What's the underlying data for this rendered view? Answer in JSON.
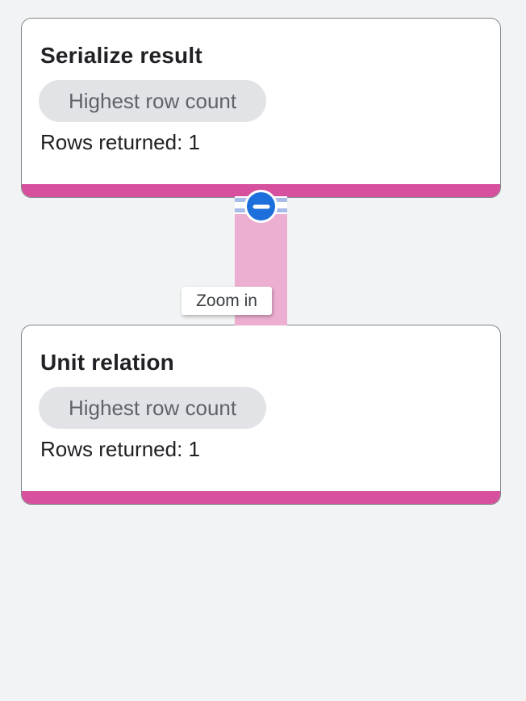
{
  "page": {
    "background_color": "#f1f3f4"
  },
  "graph": {
    "nodes": [
      {
        "title": "Serialize result",
        "badge": "Highest row count",
        "rows_label": "Rows returned: 1",
        "accent_color": "#d6509d"
      },
      {
        "title": "Unit relation",
        "badge": "Highest row count",
        "rows_label": "Rows returned: 1",
        "accent_color": "#d6509d"
      }
    ],
    "edge": {
      "color": "#ecaed1",
      "stripe_color": "#a9bbe8",
      "collapse_button_color": "#1d6fdc",
      "collapse_icon": "minus-circle-icon"
    },
    "tooltip": {
      "text": "Zoom in"
    }
  }
}
